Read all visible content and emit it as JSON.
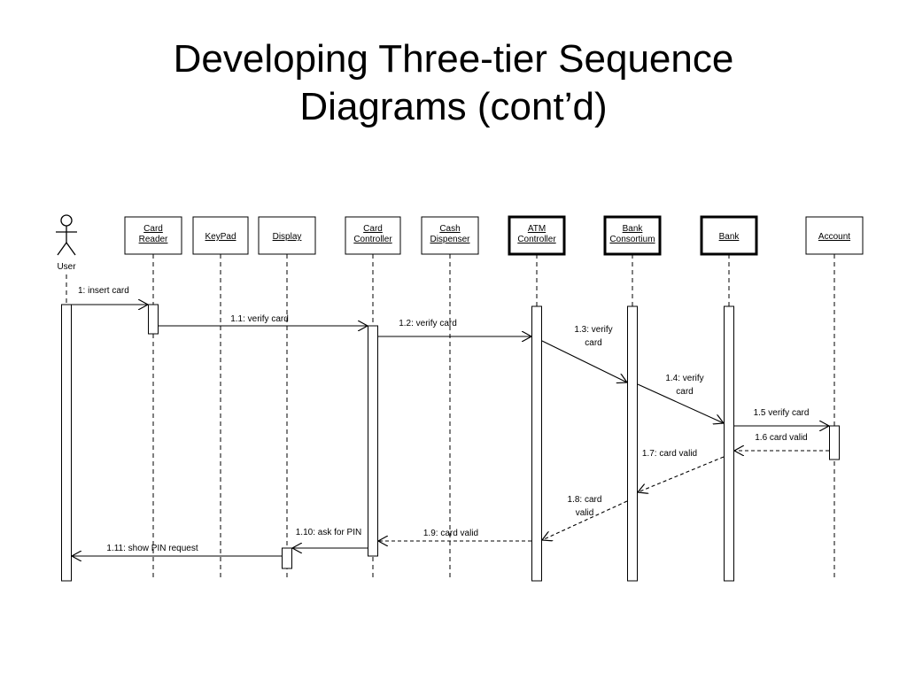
{
  "title": {
    "line1": "Developing Three-tier Sequence",
    "line2": "Diagrams (cont’d)"
  },
  "actor": {
    "label": "User"
  },
  "objects": [
    {
      "id": "card-reader",
      "lines": [
        "Card",
        "Reader"
      ],
      "bold": false
    },
    {
      "id": "keypad",
      "lines": [
        "KeyPad"
      ],
      "bold": false
    },
    {
      "id": "display",
      "lines": [
        "Display"
      ],
      "bold": false
    },
    {
      "id": "card-controller",
      "lines": [
        "Card",
        "Controller"
      ],
      "bold": false
    },
    {
      "id": "cash-dispenser",
      "lines": [
        "Cash",
        "Dispenser"
      ],
      "bold": false
    },
    {
      "id": "atm-controller",
      "lines": [
        "ATM",
        "Controller"
      ],
      "bold": true
    },
    {
      "id": "bank-consortium",
      "lines": [
        "Bank",
        "Consortium"
      ],
      "bold": true
    },
    {
      "id": "bank",
      "lines": [
        "Bank"
      ],
      "bold": true
    },
    {
      "id": "account",
      "lines": [
        "Account"
      ],
      "bold": false
    }
  ],
  "messages": [
    {
      "id": "m1",
      "lines": [
        "1: insert card"
      ],
      "return": false
    },
    {
      "id": "m1-1",
      "lines": [
        "1.1: verify card"
      ],
      "return": false
    },
    {
      "id": "m1-2",
      "lines": [
        "1.2: verify card"
      ],
      "return": false
    },
    {
      "id": "m1-3",
      "lines": [
        "1.3: verify",
        "card"
      ],
      "return": false
    },
    {
      "id": "m1-4",
      "lines": [
        "1.4:  verify",
        "card"
      ],
      "return": false
    },
    {
      "id": "m1-5",
      "lines": [
        "1.5 verify card"
      ],
      "return": false
    },
    {
      "id": "m1-6",
      "lines": [
        "1.6 card valid"
      ],
      "return": true
    },
    {
      "id": "m1-7",
      "lines": [
        "1.7: card valid"
      ],
      "return": true
    },
    {
      "id": "m1-8",
      "lines": [
        "1.8: card",
        "valid"
      ],
      "return": true
    },
    {
      "id": "m1-9",
      "lines": [
        "1.9: card valid"
      ],
      "return": true
    },
    {
      "id": "m1-10",
      "lines": [
        "1.10: ask for PIN"
      ],
      "return": false
    },
    {
      "id": "m1-11",
      "lines": [
        "1.11: show PIN request"
      ],
      "return": false
    }
  ]
}
